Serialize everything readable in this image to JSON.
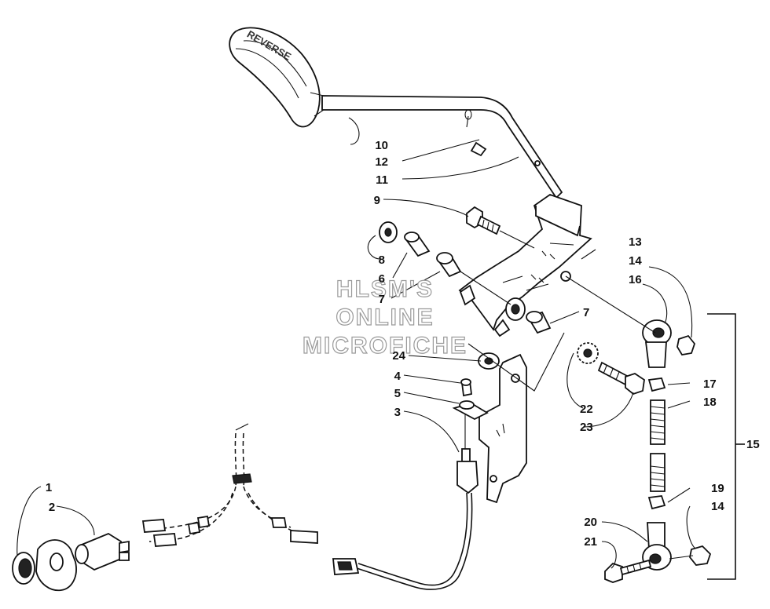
{
  "watermark": {
    "line1": "HLSM'S",
    "line2": "ONLINE",
    "line3": "MICROFICHE"
  },
  "callouts": {
    "c1": "1",
    "c2": "2",
    "c3": "3",
    "c4": "4",
    "c5": "5",
    "c6": "6",
    "c7a": "7",
    "c7b": "7",
    "c8": "8",
    "c9": "9",
    "c10": "10",
    "c11": "11",
    "c12": "12",
    "c13": "13",
    "c14a": "14",
    "c14b": "14",
    "c15": "15",
    "c16": "16",
    "c17": "17",
    "c18": "18",
    "c19": "19",
    "c20": "20",
    "c21": "21",
    "c22": "22",
    "c23": "23",
    "c24": "24"
  }
}
